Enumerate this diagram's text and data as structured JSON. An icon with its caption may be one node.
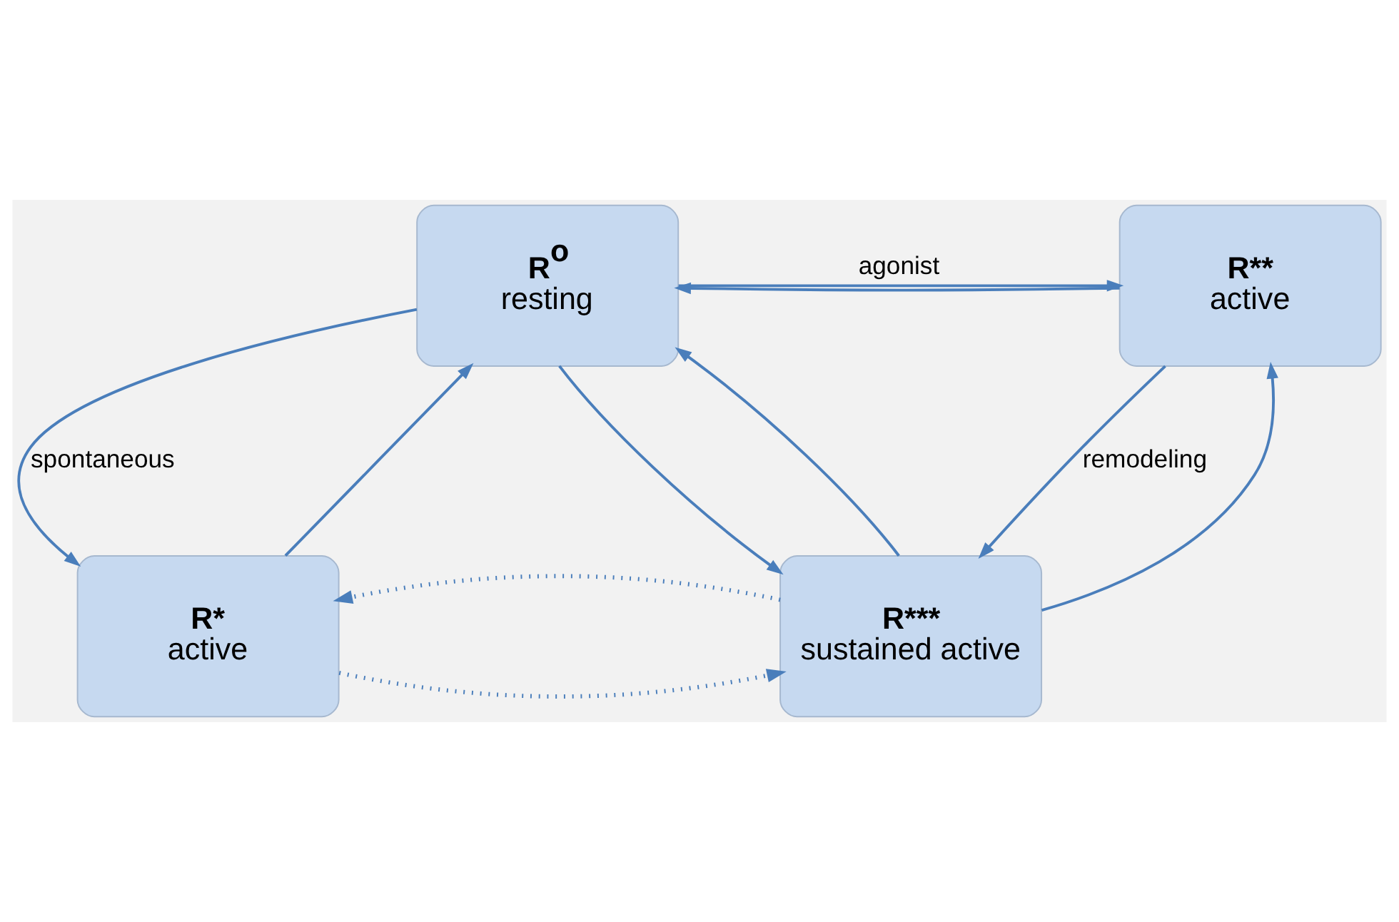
{
  "diagram": {
    "nodes": [
      {
        "text": [
          "R$^{o}$",
          "resting"
        ]
      },
      {
        "text": [
          "R**",
          "active"
        ]
      },
      {
        "text": [
          "R*",
          "active"
        ]
      },
      {
        "text": [
          "R***",
          "sustained active"
        ]
      }
    ],
    "edges": [
      {
        "from": 0,
        "to": 1,
        "arrow": "to",
        "label": "agonist"
      },
      {
        "from": 1,
        "to": 0,
        "arrow": "to"
      },
      {
        "from": 0,
        "to": 2,
        "arrow": "to",
        "label": "spontaneous"
      },
      {
        "from": 2,
        "to": 0,
        "arrow": "to"
      },
      {
        "from": 0,
        "to": 3,
        "arrow": "to"
      },
      {
        "from": 3,
        "to": 0,
        "arrow": "to"
      },
      {
        "from": 1,
        "to": 3,
        "arrow": "to",
        "label": "remodeling"
      },
      {
        "from": 3,
        "to": 1,
        "arrow": "to"
      },
      {
        "from": 2,
        "to": 3,
        "arrow": "to",
        "style": "dashed"
      },
      {
        "from": 3,
        "to": 2,
        "arrow": "to",
        "style": "dashed"
      }
    ]
  }
}
